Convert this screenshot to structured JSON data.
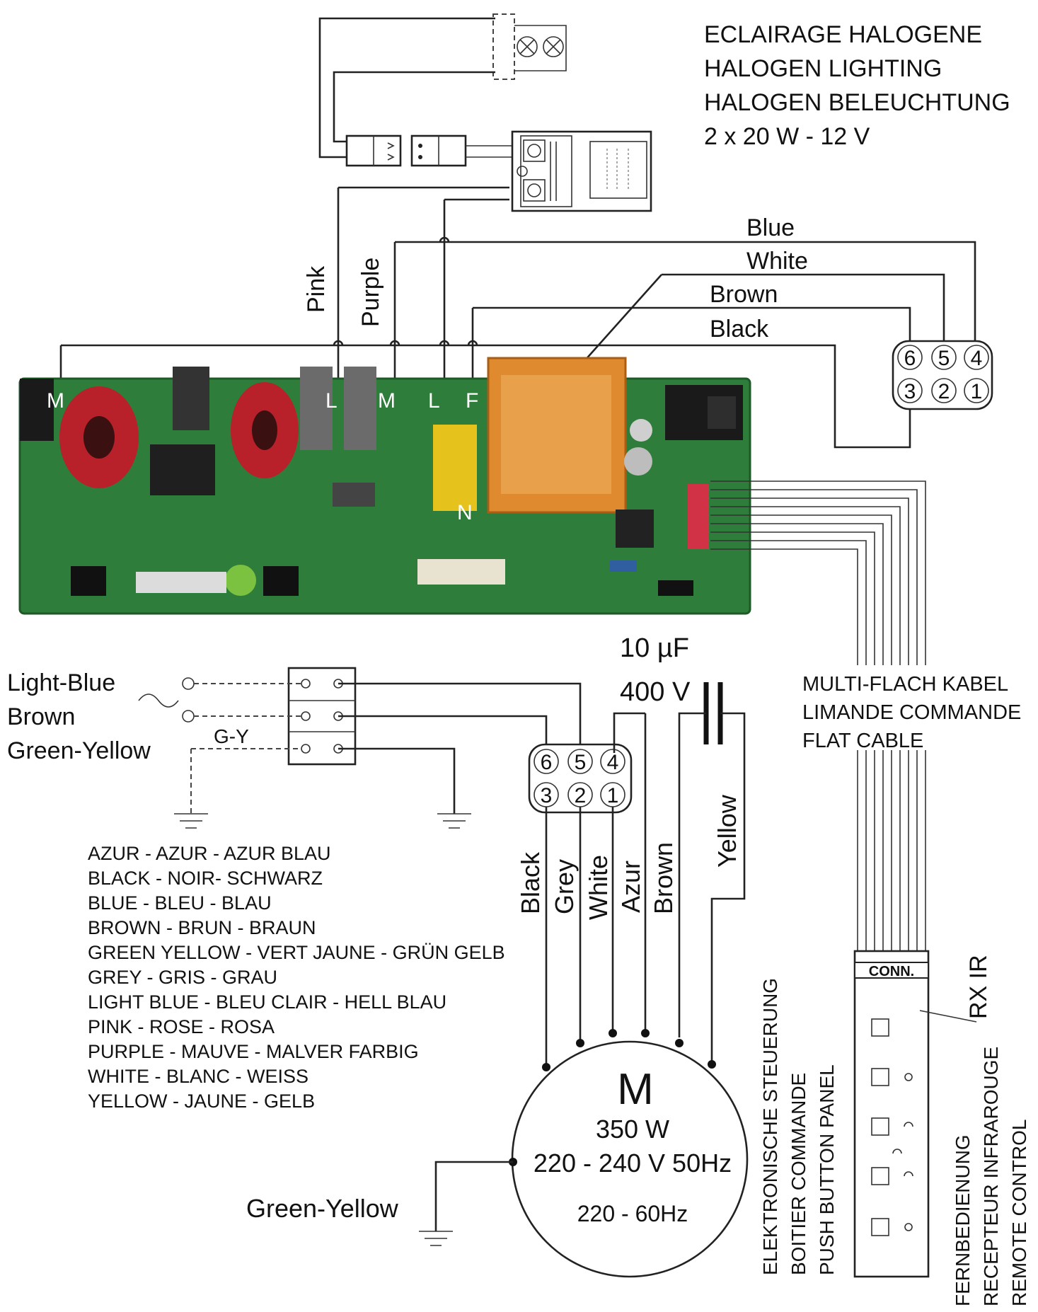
{
  "lighting": {
    "line1": "ECLAIRAGE HALOGENE",
    "line2": "HALOGEN LIGHTING",
    "line3": "HALOGEN BELEUCHTUNG",
    "line4": "2 x 20 W - 12 V"
  },
  "upper_wires": {
    "blue": "Blue",
    "white": "White",
    "brown": "Brown",
    "black": "Black",
    "pink": "Pink",
    "purple": "Purple"
  },
  "pcb_terminals": {
    "m1": "M",
    "l1": "L",
    "m2": "M",
    "l2": "L",
    "f": "F",
    "n": "N"
  },
  "connector_pins": {
    "p1": "1",
    "p2": "2",
    "p3": "3",
    "p4": "4",
    "p5": "5",
    "p6": "6"
  },
  "supply": {
    "light_blue": "Light-Blue",
    "brown": "Brown",
    "green_yellow": "Green-Yellow",
    "gy": "G-Y"
  },
  "capacitor": {
    "value": "10 µF",
    "voltage": "400 V"
  },
  "flat_cable": {
    "line1": "MULTI-FLACH KABEL",
    "line2": "LIMANDE COMMANDE",
    "line3": "FLAT CABLE"
  },
  "motor_wires": {
    "black": "Black",
    "grey": "Grey",
    "white": "White",
    "azur": "Azur",
    "brown": "Brown",
    "yellow": "Yellow"
  },
  "motor": {
    "symbol": "M",
    "power": "350 W",
    "voltage": "220 - 240 V 50Hz",
    "alt": "220 - 60Hz",
    "ground": "Green-Yellow"
  },
  "legend": [
    "AZUR - AZUR - AZUR BLAU",
    "BLACK - NOIR- SCHWARZ",
    "BLUE - BLEU - BLAU",
    "BROWN - BRUN - BRAUN",
    "GREEN YELLOW - VERT JAUNE - GRÜN GELB",
    "GREY - GRIS - GRAU",
    "LIGHT BLUE - BLEU CLAIR - HELL BLAU",
    "PINK - ROSE - ROSA",
    "PURPLE - MAUVE - MALVER FARBIG",
    "WHITE - BLANC - WEISS",
    "YELLOW - JAUNE - GELB"
  ],
  "panel": {
    "conn": "CONN.",
    "rx_ir": "RX IR",
    "push_1": "ELEKTRONISCHE STEUERUNG",
    "push_2": "BOITIER COMMANDE",
    "push_3": "PUSH BUTTON PANEL",
    "remote_1": "FERNBEDIENUNG",
    "remote_2": "RECEPTEUR INFRAROUGE",
    "remote_3": "REMOTE CONTROL"
  },
  "colors": {
    "pcb": "#2f7d3a",
    "coil": "#b8202a",
    "transformer": "#e08a30",
    "capacitor_yellow": "#e5c21c",
    "connector_red": "#d23246"
  }
}
